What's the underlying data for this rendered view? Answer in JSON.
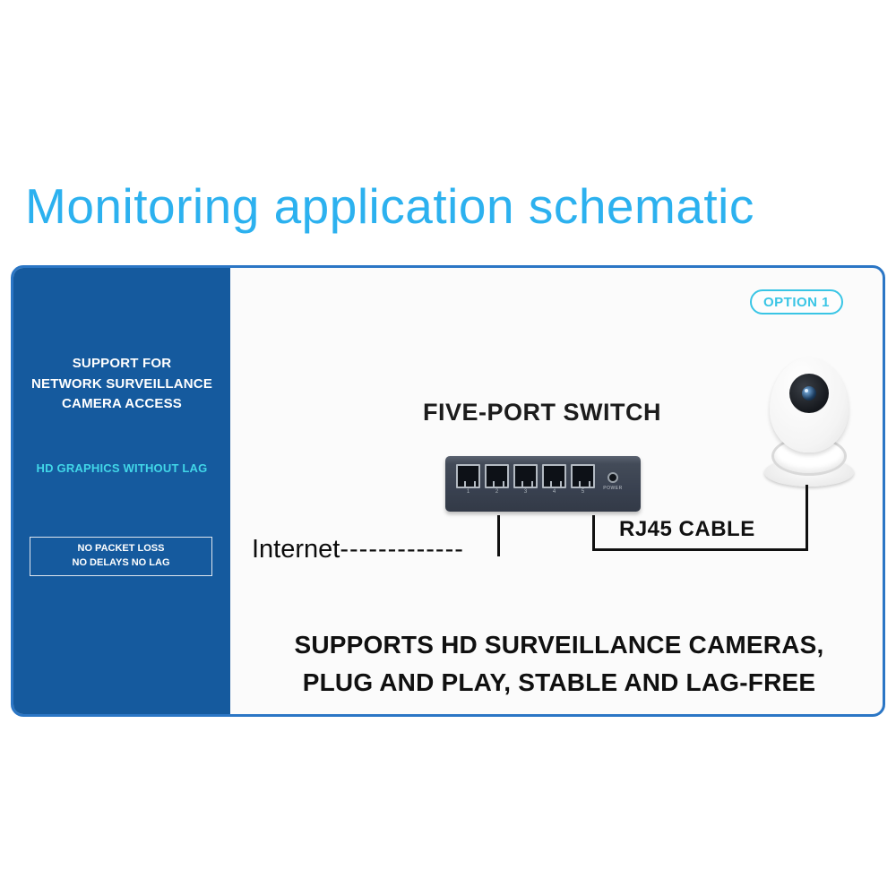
{
  "title": "Monitoring application schematic",
  "sidebar": {
    "heading": "SUPPORT FOR\nNETWORK SURVEILLANCE\nCAMERA ACCESS",
    "subheading": "HD GRAPHICS WITHOUT LAG",
    "badge_line1": "NO PACKET LOSS",
    "badge_line2": "NO DELAYS NO LAG"
  },
  "diagram": {
    "option_badge": "OPTION 1",
    "switch_title": "FIVE-PORT SWITCH",
    "internet_label": "Internet",
    "internet_dashes": "-------------",
    "rj45_label": "RJ45 CABLE",
    "bottom_caption": "SUPPORTS HD SURVEILLANCE CAMERAS,\nPLUG AND PLAY, STABLE AND LAG-FREE",
    "switch": {
      "power_label": "POWER",
      "port_numbers": [
        "1",
        "2",
        "3",
        "4",
        "5"
      ]
    }
  },
  "colors": {
    "title_blue": "#2cb1ef",
    "panel_blue": "#155a9e",
    "accent_cyan": "#39c5e5",
    "border_blue": "#2b76c5",
    "switch_body": "#394150",
    "text_dark": "#111111"
  }
}
